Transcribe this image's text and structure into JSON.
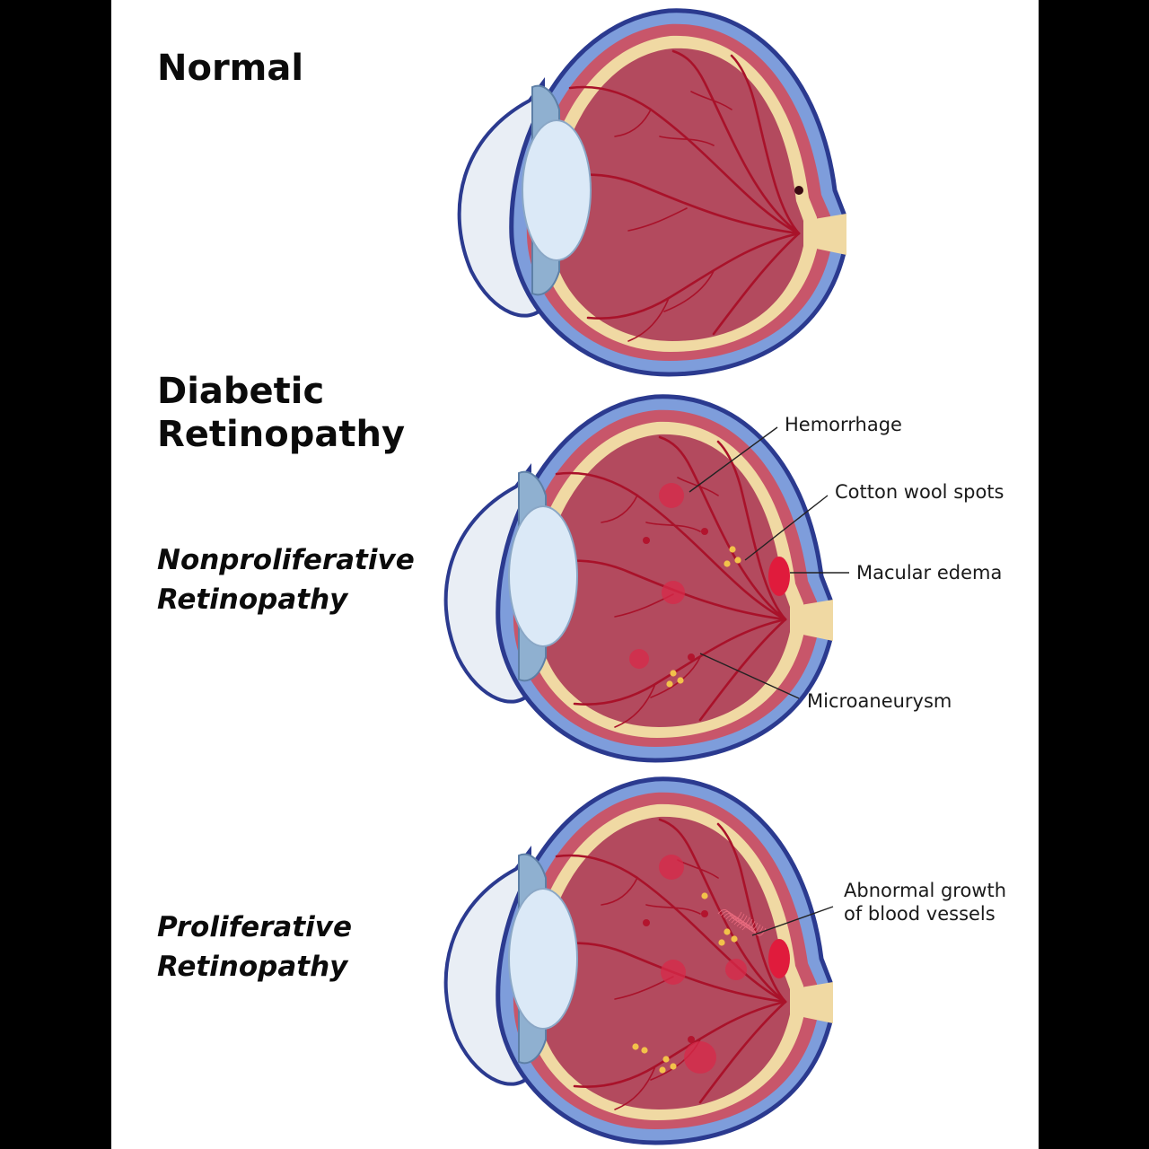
{
  "labels": {
    "normal": "Normal",
    "diabetic_line1": "Diabetic",
    "diabetic_line2": "Retinopathy",
    "nonproliferative_line1": "Nonproliferative",
    "nonproliferative_line2": "Retinopathy",
    "proliferative_line1": "Proliferative",
    "proliferative_line2": "Retinopathy"
  },
  "callouts": {
    "hemorrhage": "Hemorrhage",
    "cotton_wool_spots": "Cotton wool spots",
    "macular_edema": "Macular edema",
    "microaneurysm": "Microaneurysm",
    "abnormal_growth_line1": "Abnormal growth",
    "abnormal_growth_line2": "of blood vessels"
  },
  "colors": {
    "sclera_outline": "#2b3a8f",
    "sclera": "#7e9ddb",
    "choroid": "#c8566a",
    "retina": "#f0d9a3",
    "vitreous": "#b34a5e",
    "vessel": "#a9122a",
    "hemorrhage": "#d8294a",
    "exudate": "#f2c24a",
    "lens": "#dbe9f7",
    "cornea": "#e9eef5"
  }
}
